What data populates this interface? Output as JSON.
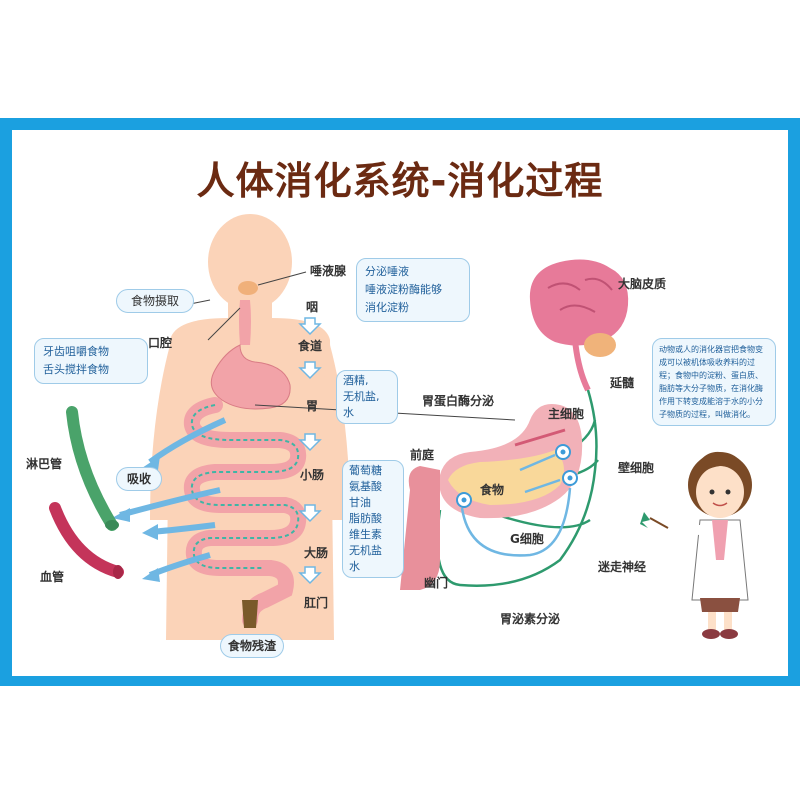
{
  "title": "人体消化系统-消化过程",
  "labels": {
    "food_intake": "食物摄取",
    "mouth": "口腔",
    "salivary_gland": "唾液腺",
    "pharynx": "咽",
    "esophagus": "食道",
    "stomach": "胃",
    "small_intestine": "小肠",
    "large_intestine": "大肠",
    "anus": "肛门",
    "food_residue": "食物残渣",
    "lymph_vessel": "淋巴管",
    "blood_vessel": "血管",
    "absorb": "吸收",
    "cerebral_cortex": "大脑皮质",
    "medulla": "延髓",
    "pepsin_secretion": "胃蛋白酶分泌",
    "chief_cell": "主细胞",
    "antrum": "前庭",
    "food": "食物",
    "parietal_cell": "壁细胞",
    "g_cell": "G细胞",
    "pylorus": "幽门",
    "vagus_nerve": "迷走神经",
    "gastrin_secretion": "胃泌素分泌"
  },
  "boxes": {
    "teeth": [
      "牙齿咀嚼食物",
      "舌头搅拌食物"
    ],
    "saliva": [
      "分泌唾液",
      "唾液淀粉酶能够",
      "消化淀粉"
    ],
    "stomach_absorb": [
      "酒精,",
      "无机盐,",
      "水"
    ],
    "intestine_absorb": [
      "葡萄糖",
      "氨基酸",
      "甘油",
      "脂肪酸",
      "维生素",
      "无机盐",
      "水"
    ],
    "note": "动物或人的消化器官把食物变成可以被机体吸收养料的过程；食物中的淀粉、蛋白质、脂肪等大分子物质，在消化酶作用下转变成能溶于水的小分子物质的过程，叫做消化。"
  },
  "colors": {
    "frame": "#1ba0e0",
    "title": "#6b2a12",
    "body": "#fbd3b8",
    "intestine": "#f2a3a8",
    "lymph": "#4aa36a",
    "blood": "#c4345a",
    "arrow": "#6fb7e3",
    "nerve": "#2e9a6e",
    "brain": "#e77a99"
  }
}
